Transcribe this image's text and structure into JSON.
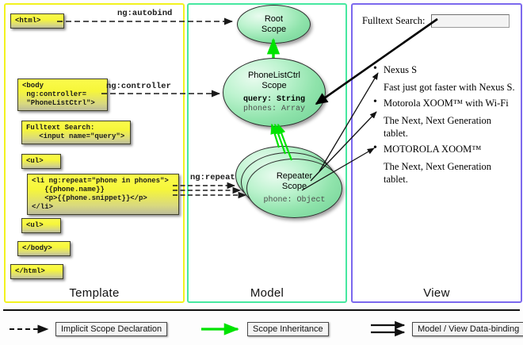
{
  "columns": [
    {
      "name": "template",
      "label": "Template",
      "accent": "#f2f21f"
    },
    {
      "name": "model",
      "label": "Model",
      "accent": "#46e8a0"
    },
    {
      "name": "view",
      "label": "View",
      "accent": "#7b68ee"
    }
  ],
  "template": {
    "boxes": [
      {
        "id": "html-open",
        "text": "<html>"
      },
      {
        "id": "body-open",
        "text": "<body\n ng:controller=\n \"PhoneListCtrl\">"
      },
      {
        "id": "fulltext",
        "text": "Fulltext Search:\n   <input name=\"query\">"
      },
      {
        "id": "ul-open",
        "text": "<ul>"
      },
      {
        "id": "li-repeat",
        "text": "<li ng:repeat=\"phone in phones\">\n   {{phone.name}}\n   <p>{{phone.snippet}}</p>\n</li>"
      },
      {
        "id": "ul-close",
        "text": "<ul>"
      },
      {
        "id": "body-close",
        "text": "</body>"
      },
      {
        "id": "html-close",
        "text": "</html>"
      }
    ]
  },
  "model": {
    "scopes": [
      {
        "id": "root-scope",
        "title": "Root\nScope",
        "props": []
      },
      {
        "id": "phonelistctrl-scope",
        "title": "PhoneListCtrl\nScope",
        "props": [
          {
            "text": "query: String",
            "emphasis": "strong"
          },
          {
            "text": "phones: Array",
            "emphasis": "dim"
          }
        ]
      },
      {
        "id": "repeater-scope",
        "title": "Repeater\nScope",
        "props": [
          {
            "text": "phone: Object",
            "emphasis": "dim"
          }
        ]
      }
    ]
  },
  "view": {
    "search_label": "Fulltext Search:",
    "search_value": "",
    "search_placeholder": "",
    "phones": [
      {
        "name": "Nexus S",
        "snippet": "Fast just got faster with Nexus S."
      },
      {
        "name": "Motorola XOOM™  with Wi-Fi",
        "snippet": "The Next, Next Generation tablet."
      },
      {
        "name": "MOTOROLA XOOM™",
        "snippet": "The Next, Next Generation tablet."
      }
    ]
  },
  "edges": [
    {
      "id": "ng-autobind",
      "label": "ng:autobind"
    },
    {
      "id": "ng-controller",
      "label": "ng:controller"
    },
    {
      "id": "ng-repeat",
      "label": "ng:repeat"
    }
  ],
  "legend": [
    {
      "id": "implicit-scope-declaration",
      "label": "Implicit Scope Declaration",
      "style": "dashed-arrow",
      "color": "#111111"
    },
    {
      "id": "scope-inheritance",
      "label": "Scope Inheritance",
      "style": "solid-green-arrow",
      "color": "#00e300"
    },
    {
      "id": "model-view-data-binding",
      "label": "Model / View Data-binding",
      "style": "double-arrow",
      "color": "#111111"
    }
  ]
}
